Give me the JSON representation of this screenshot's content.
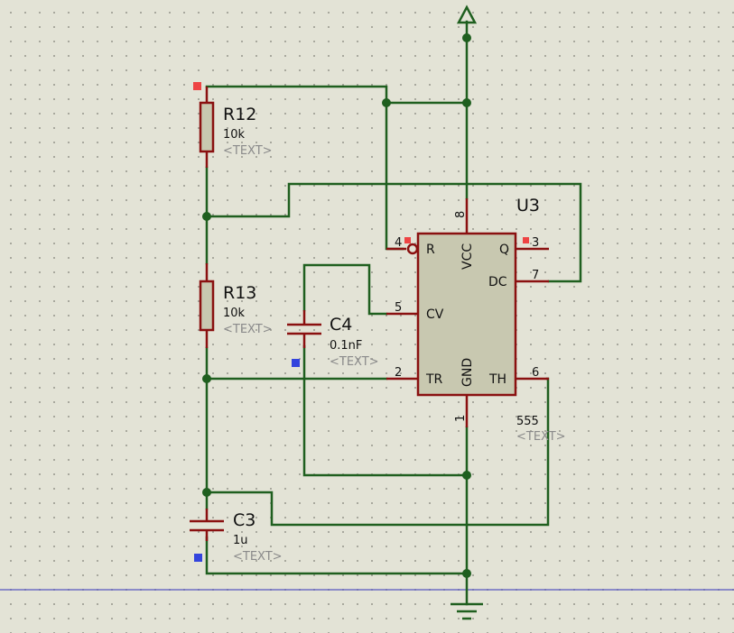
{
  "components": {
    "r12": {
      "ref": "R12",
      "value": "10k",
      "text": "<TEXT>"
    },
    "r13": {
      "ref": "R13",
      "value": "10k",
      "text": "<TEXT>"
    },
    "c4": {
      "ref": "C4",
      "value": "0.1nF",
      "text": "<TEXT>"
    },
    "c3": {
      "ref": "C3",
      "value": "1u",
      "text": "<TEXT>"
    },
    "u3": {
      "ref": "U3",
      "value": "555",
      "text": "<TEXT>",
      "pin_names": {
        "r": "R",
        "vcc": "VCC",
        "q": "Q",
        "dc": "DC",
        "cv": "CV",
        "tr": "TR",
        "gnd": "GND",
        "th": "TH"
      },
      "pin_numbers": {
        "p1": "1",
        "p2": "2",
        "p3": "3",
        "p4": "4",
        "p5": "5",
        "p6": "6",
        "p7": "7",
        "p8": "8"
      }
    }
  },
  "colors": {
    "background": "#e3e3d6",
    "wire": "#1f5f1f",
    "component": "#8a1010",
    "ic_fill": "#c8c8b0",
    "marker_red": "#ee4444",
    "marker_blue": "#3344dd",
    "ground_rail": "#3333bb"
  }
}
